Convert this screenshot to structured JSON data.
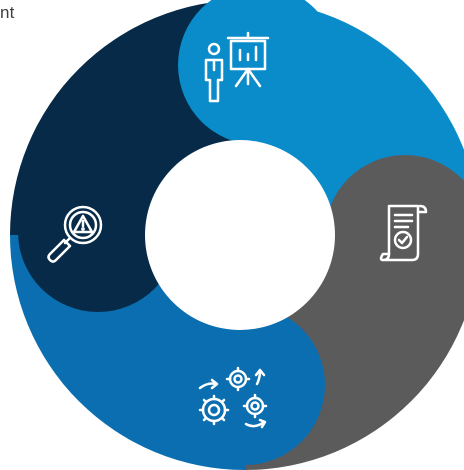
{
  "header": {
    "partial_text": "nt"
  },
  "diagram": {
    "colors": {
      "dark_navy": "#062a47",
      "light_blue": "#0a8bca",
      "gray": "#5b5b5b",
      "medium_blue": "#0a6eb0",
      "center": "#ffffff",
      "icon_stroke": "#ffffff"
    },
    "segments": [
      {
        "id": "presentation",
        "color_key": "light_blue",
        "icon": "presentation-icon"
      },
      {
        "id": "document",
        "color_key": "gray",
        "icon": "certificate-document-icon"
      },
      {
        "id": "process",
        "color_key": "medium_blue",
        "icon": "gears-process-icon"
      },
      {
        "id": "risk",
        "color_key": "dark_navy",
        "icon": "search-warning-icon"
      }
    ]
  }
}
